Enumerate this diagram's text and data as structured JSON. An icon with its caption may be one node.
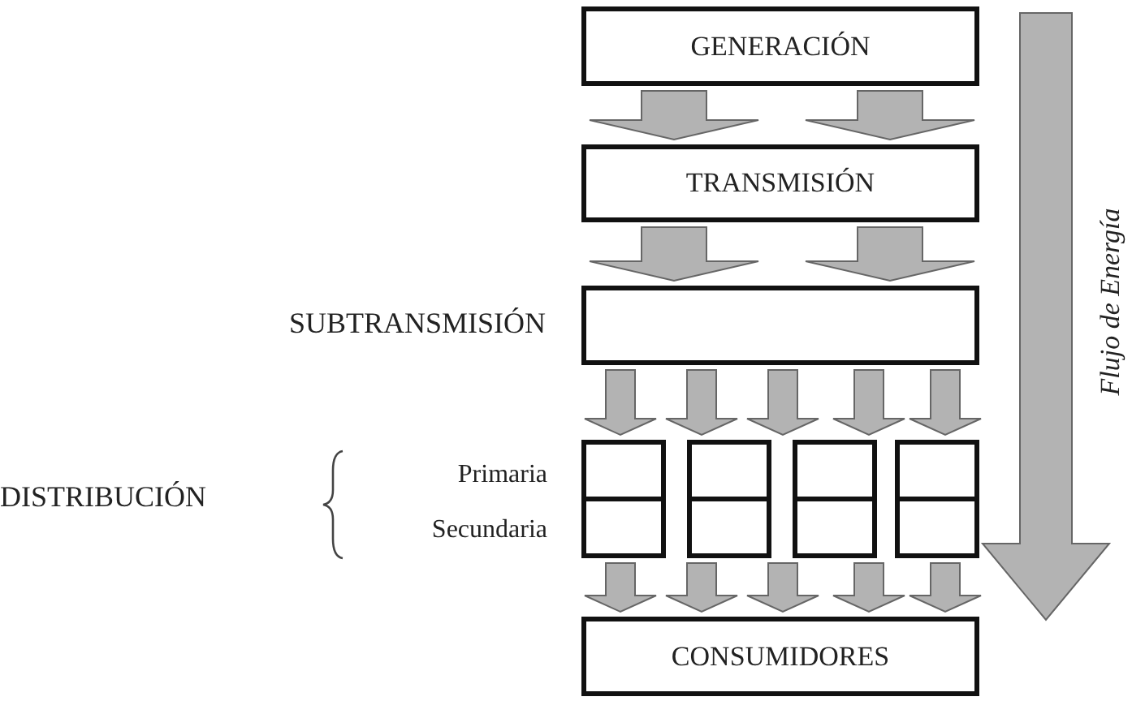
{
  "diagram": {
    "nodes": [
      {
        "text": [
          "GENERACIÓN"
        ]
      },
      {
        "text": [
          "TRANSMISIÓN"
        ]
      },
      {
        "text": [],
        "shape": "box",
        "beside": [
          "SUBTRANSMISIÓN"
        ]
      },
      {
        "text": [],
        "shape": "box"
      },
      {
        "text": [],
        "shape": "box"
      },
      {
        "text": [],
        "shape": "box"
      },
      {
        "text": [],
        "shape": "box"
      },
      {
        "text": [
          "CONSUMIDORES"
        ]
      }
    ],
    "edges": [
      {
        "from": 0,
        "to": 1,
        "arrow": "to"
      },
      {
        "from": 0,
        "to": 1,
        "arrow": "to"
      },
      {
        "from": 1,
        "to": 2,
        "arrow": "to"
      },
      {
        "from": 1,
        "to": 2,
        "arrow": "to"
      },
      {
        "from": 2,
        "to": 3,
        "arrow": "to"
      },
      {
        "from": 2,
        "to": 4,
        "arrow": "to"
      },
      {
        "from": 2,
        "to": 5,
        "arrow": "to"
      },
      {
        "from": 2,
        "to": 6,
        "arrow": "to"
      },
      {
        "from": 2,
        "to": 6,
        "arrow": "to"
      },
      {
        "from": 3,
        "to": 7,
        "arrow": "to"
      },
      {
        "from": 4,
        "to": 7,
        "arrow": "to"
      },
      {
        "from": 5,
        "to": 7,
        "arrow": "to"
      },
      {
        "from": 6,
        "to": 7,
        "arrow": "to"
      },
      {
        "from": 6,
        "to": 7,
        "arrow": "to"
      }
    ],
    "labels": [
      "DISTRIBUCIÓN",
      "Primaria",
      "Secundaria",
      "Flujo de Energía"
    ]
  }
}
